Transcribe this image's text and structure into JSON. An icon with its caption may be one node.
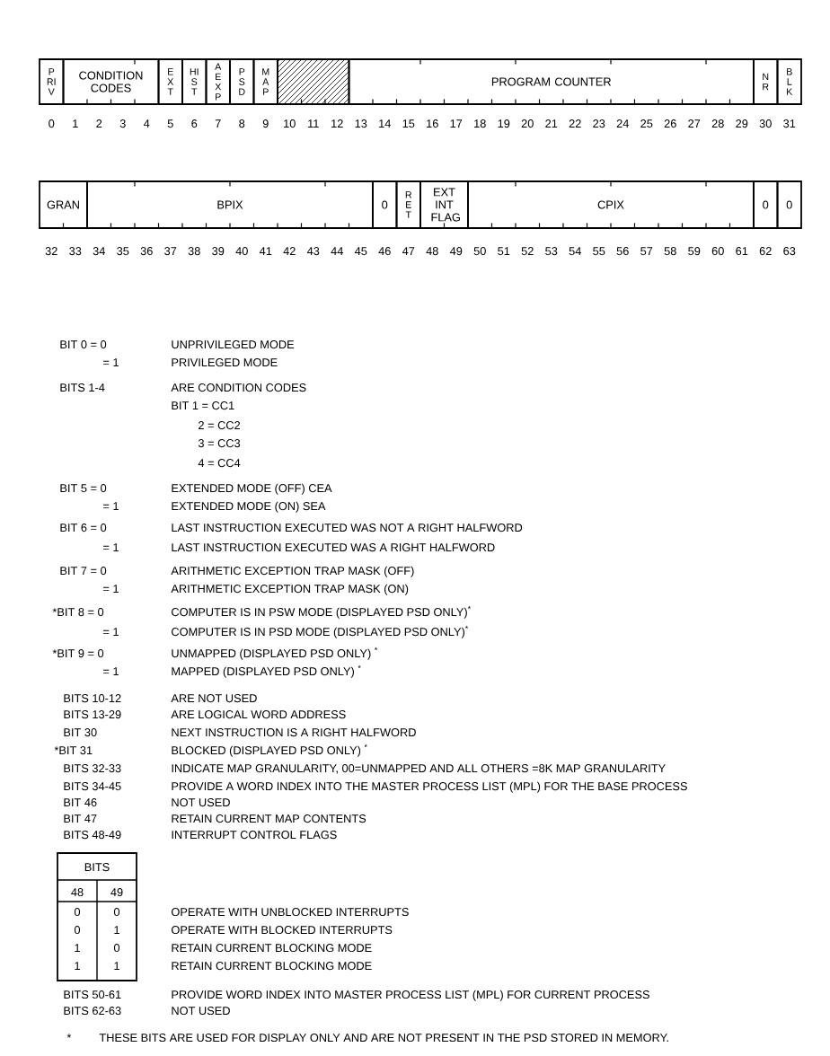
{
  "diagram": {
    "nodes": [
      {
        "text": [
          "PRIV"
        ]
      },
      {
        "text": [
          "CONDITION CODES"
        ]
      },
      {
        "text": [
          "EXT"
        ]
      },
      {
        "text": [
          "HIST"
        ]
      },
      {
        "text": [
          "AEXP"
        ]
      },
      {
        "text": [
          "PSD"
        ]
      },
      {
        "text": [
          "MAP"
        ]
      },
      {
        "text": [],
        "shape": "box"
      },
      {
        "text": [
          "PROGRAM COUNTER"
        ]
      },
      {
        "text": [
          "NR"
        ]
      },
      {
        "text": [
          "BLK"
        ]
      },
      {
        "text": [
          "GRAN"
        ]
      },
      {
        "text": [
          "BPIX"
        ]
      },
      {
        "text": [
          "0"
        ]
      },
      {
        "text": [
          "RET"
        ]
      },
      {
        "text": [
          "EXT INT FLAG"
        ]
      },
      {
        "text": [
          "CPIX"
        ]
      },
      {
        "text": [
          "0"
        ]
      },
      {
        "text": [
          "0"
        ]
      }
    ],
    "labels": [
      "0",
      "1",
      "2",
      "3",
      "4",
      "5",
      "6",
      "7",
      "8",
      "9",
      "10",
      "11",
      "12",
      "13",
      "14",
      "15",
      "16",
      "17",
      "18",
      "19",
      "20",
      "21",
      "22",
      "23",
      "24",
      "25",
      "26",
      "27",
      "28",
      "29",
      "30",
      "31",
      "32",
      "33",
      "34",
      "35",
      "36",
      "37",
      "38",
      "39",
      "40",
      "41",
      "42",
      "43",
      "44",
      "45",
      "46",
      "47",
      "48",
      "49",
      "50",
      "51",
      "52",
      "53",
      "54",
      "55",
      "56",
      "57",
      "58",
      "59",
      "60",
      "61",
      "62",
      "63",
      "BIT 0 = 0",
      "UNPRIVILEGED MODE",
      "= 1",
      "PRIVILEGED MODE",
      "BITS 1-4",
      "ARE CONDITION CODES",
      "BIT 1 = CC1",
      "2 = CC2",
      "3 = CC3",
      "4 = CC4",
      "BIT 5 = 0",
      "EXTENDED MODE (OFF) CEA",
      "= 1",
      "EXTENDED MODE (ON) SEA",
      "BIT 6 = 0",
      "LAST INSTRUCTION EXECUTED WAS NOT A RIGHT HALFWORD",
      "= 1",
      "LAST INSTRUCTION EXECUTED WAS A RIGHT HALFWORD",
      "BIT 7 = 0",
      "ARITHMETIC EXCEPTION TRAP MASK (OFF)",
      "= 1",
      "ARITHMETIC EXCEPTION TRAP MASK (ON)",
      "*BIT 8 = 0",
      "COMPUTER IS IN PSW MODE (DISPLAYED PSD ONLY)$^{*}$",
      "= 1",
      "COMPUTER IS IN PSD MODE (DISPLAYED PSD ONLY)$^{*}$",
      "*BIT 9 = 0",
      "UNMAPPED (DISPLAYED PSD ONLY) $^{*}$",
      "= 1",
      "MAPPED (DISPLAYED PSD ONLY) $^{*}$",
      "BITS 10-12",
      "ARE NOT USED",
      "BITS 13-29",
      "ARE LOGICAL WORD ADDRESS",
      "BIT 30",
      "NEXT INSTRUCTION IS A RIGHT HALFWORD",
      "*BIT 31",
      "BLOCKED (DISPLAYED PSD ONLY) $^{*}$",
      "BITS 32-33",
      "INDICATE MAP GRANULARITY, 00=UNMAPPED AND ALL OTHERS =8K MAP GRANULARITY",
      "BITS 34-45",
      "PROVIDE A WORD INDEX INTO THE MASTER PROCESS LIST (MPL) FOR THE BASE PROCESS",
      "BIT 46",
      "NOT USED",
      "BIT 47",
      "RETAIN CURRENT MAP CONTENTS",
      "BITS 48-49",
      "INTERRUPT CONTROL FLAGS",
      "BITS",
      "48",
      "49",
      "0",
      "0",
      "OPERATE WITH UNBLOCKED INTERRUPTS",
      "0",
      "1",
      "OPERATE WITH BLOCKED INTERRUPTS",
      "1",
      "0",
      "RETAIN CURRENT BLOCKING MODE",
      "1",
      "1",
      "RETAIN CURRENT BLOCKING MODE",
      "BITS 50-61",
      "PROVIDE WORD INDEX INTO MASTER PROCESS LIST (MPL) FOR CURRENT PROCESS",
      "BITS 62-63",
      "NOT USED",
      "*",
      "THESE BITS ARE USED FOR DISPLAY ONLY AND ARE NOT PRESENT IN THE PSD STORED IN MEMORY."
    ]
  }
}
